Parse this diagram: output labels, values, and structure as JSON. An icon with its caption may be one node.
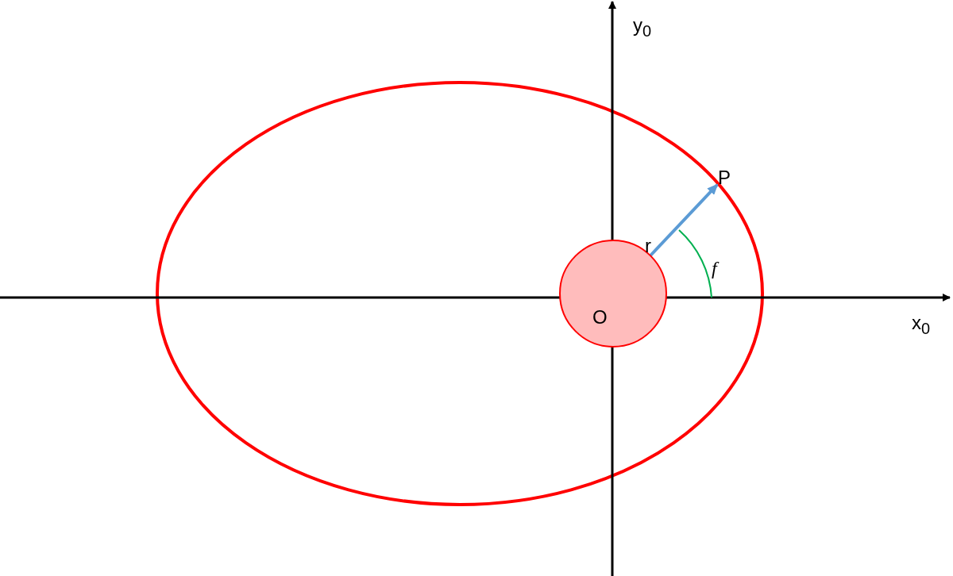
{
  "diagram": {
    "nodes": [
      {
        "text": [
          "O"
        ]
      },
      {
        "text": [
          "P"
        ]
      }
    ],
    "edges": [
      {
        "from": 0,
        "to": 1,
        "arrow": "to",
        "label": "r"
      }
    ],
    "labels": [
      "y$_{0}$",
      "x$_{0}$",
      "f"
    ]
  }
}
